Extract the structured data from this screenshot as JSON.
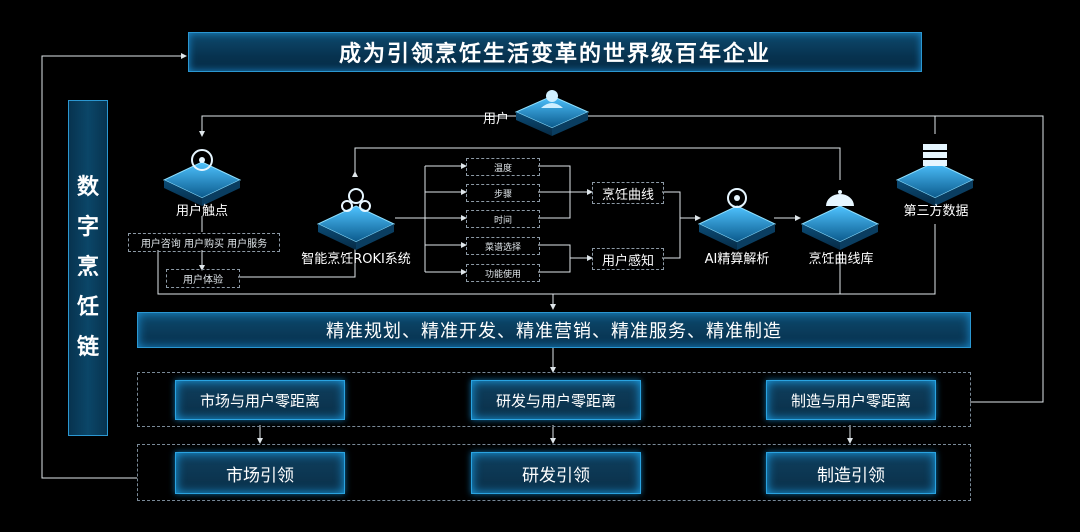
{
  "title": "成为引领烹饪生活变革的世界级百年企业",
  "side_label": [
    "数",
    "字",
    "烹",
    "饪",
    "链"
  ],
  "user": "用户",
  "touchpoint": {
    "label": "用户触点",
    "sub": "用户咨询 用户购买 用户服务",
    "experience": "用户体验"
  },
  "roki": "智能烹饪ROKI系统",
  "params": [
    "温度",
    "步骤",
    "时间",
    "菜谱选择",
    "功能使用"
  ],
  "curve": "烹饪曲线",
  "perception": "用户感知",
  "ai": "AI精算解析",
  "curve_lib": "烹饪曲线库",
  "third_party": "第三方数据",
  "precision": "精准规划、精准开发、精准营销、精准服务、精准制造",
  "zero_distance": [
    "市场与用户零距离",
    "研发与用户零距离",
    "制造与用户零距离"
  ],
  "lead": [
    "市场引领",
    "研发引领",
    "制造引领"
  ]
}
